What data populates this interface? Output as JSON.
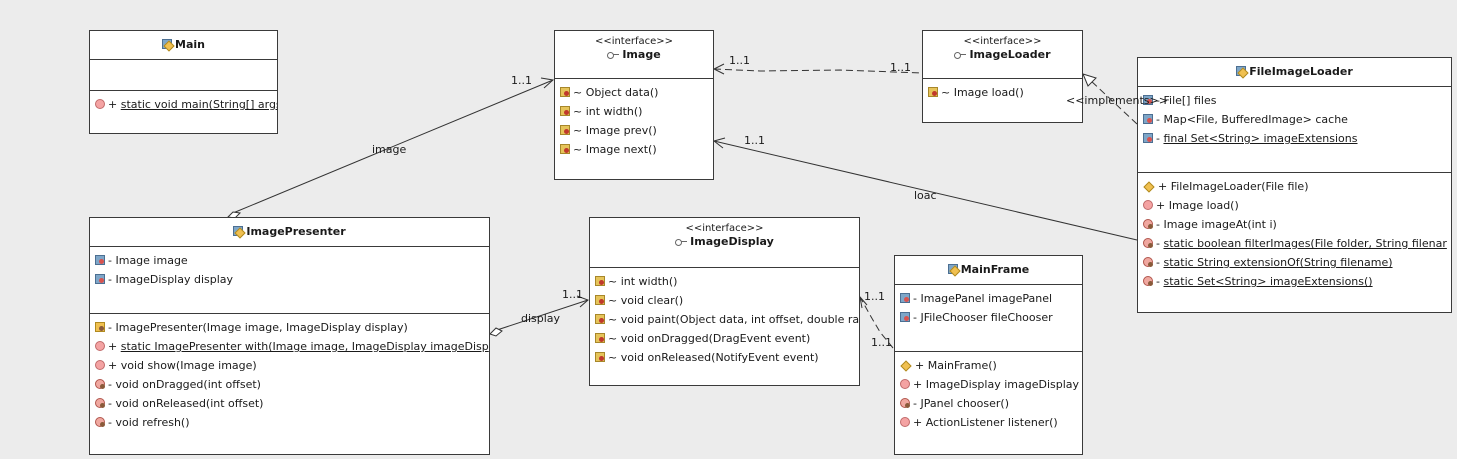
{
  "classes": {
    "main": {
      "name": "Main",
      "methods": [
        {
          "vis": "+",
          "text": "static void main(String[] args",
          "static": true,
          "icon": "pub-icon"
        }
      ]
    },
    "image": {
      "stereotype": "<<interface>>",
      "name": "Image",
      "methods": [
        {
          "vis": "~",
          "text": "Object data()",
          "icon": "package-method-icon"
        },
        {
          "vis": "~",
          "text": "int width()",
          "icon": "package-method-icon"
        },
        {
          "vis": "~",
          "text": "Image prev()",
          "icon": "package-method-icon"
        },
        {
          "vis": "~",
          "text": "Image next()",
          "icon": "package-method-icon"
        }
      ]
    },
    "imageLoader": {
      "stereotype": "<<interface>>",
      "name": "ImageLoader",
      "methods": [
        {
          "vis": "~",
          "text": "Image load()",
          "icon": "package-method-icon"
        }
      ]
    },
    "fileImageLoader": {
      "name": "FileImageLoader",
      "fields": [
        {
          "vis": "-",
          "text": "File[] files",
          "icon": "field-icon"
        },
        {
          "vis": "-",
          "text": "Map<File, BufferedImage> cache",
          "icon": "field-icon"
        },
        {
          "vis": "-",
          "text": "final Set<String> imageExtensions",
          "static": true,
          "icon": "field-icon"
        }
      ],
      "methods": [
        {
          "vis": "+",
          "text": "FileImageLoader(File file)",
          "icon": "constructor-icon"
        },
        {
          "vis": "+",
          "text": "Image load()",
          "icon": "pub-icon"
        },
        {
          "vis": "-",
          "text": "Image imageAt(int i)",
          "icon": "private-method-icon"
        },
        {
          "vis": "-",
          "text": "static boolean filterImages(File folder, String filenar",
          "static": true,
          "icon": "private-method-icon"
        },
        {
          "vis": "-",
          "text": "static String extensionOf(String filename)",
          "static": true,
          "icon": "private-method-icon"
        },
        {
          "vis": "-",
          "text": "static Set<String> imageExtensions()",
          "static": true,
          "icon": "private-method-icon"
        }
      ]
    },
    "imagePresenter": {
      "name": "ImagePresenter",
      "fields": [
        {
          "vis": "-",
          "text": "Image image",
          "icon": "field-icon"
        },
        {
          "vis": "-",
          "text": "ImageDisplay display",
          "icon": "field-icon"
        }
      ],
      "methods": [
        {
          "vis": "-",
          "text": "ImagePresenter(Image image, ImageDisplay display)",
          "icon": "package-constructor-icon"
        },
        {
          "vis": "+",
          "text": "static ImagePresenter with(Image image, ImageDisplay imageDisp",
          "static": true,
          "icon": "pub-icon"
        },
        {
          "vis": "+",
          "text": "void show(Image image)",
          "icon": "pub-icon"
        },
        {
          "vis": "-",
          "text": "void onDragged(int offset)",
          "icon": "private-method-icon"
        },
        {
          "vis": "-",
          "text": "void onReleased(int offset)",
          "icon": "private-method-icon"
        },
        {
          "vis": "-",
          "text": "void refresh()",
          "icon": "private-method-icon"
        }
      ]
    },
    "imageDisplay": {
      "stereotype": "<<interface>>",
      "name": "ImageDisplay",
      "methods": [
        {
          "vis": "~",
          "text": "int width()",
          "icon": "package-method-icon"
        },
        {
          "vis": "~",
          "text": "void clear()",
          "icon": "package-method-icon"
        },
        {
          "vis": "~",
          "text": "void paint(Object data, int offset, double rati",
          "icon": "package-method-icon"
        },
        {
          "vis": "~",
          "text": "void onDragged(DragEvent event)",
          "icon": "package-method-icon"
        },
        {
          "vis": "~",
          "text": "void onReleased(NotifyEvent event)",
          "icon": "package-method-icon"
        }
      ]
    },
    "mainFrame": {
      "name": "MainFrame",
      "fields": [
        {
          "vis": "-",
          "text": "ImagePanel imagePanel",
          "icon": "field-icon"
        },
        {
          "vis": "-",
          "text": "JFileChooser fileChooser",
          "icon": "field-icon"
        }
      ],
      "methods": [
        {
          "vis": "+",
          "text": "MainFrame()",
          "icon": "constructor-icon"
        },
        {
          "vis": "+",
          "text": "ImageDisplay imageDisplay",
          "icon": "pub-icon"
        },
        {
          "vis": "-",
          "text": "JPanel chooser()",
          "icon": "private-method-icon"
        },
        {
          "vis": "+",
          "text": "ActionListener listener()",
          "icon": "pub-icon"
        }
      ]
    }
  },
  "labels": {
    "presenter_image_name": "image",
    "presenter_image_mult": "1..1",
    "loader_image_mult_a": "1..1",
    "loader_image_mult_b": "1..1",
    "implements": "<<implements>>",
    "fileloader_image_mult": "1..1",
    "fileloader_image_name": "loac",
    "presenter_display_name": "display",
    "presenter_display_mult": "1..1",
    "mainframe_display_mult_a": "1..1",
    "mainframe_display_mult_b": "1..1"
  },
  "colors": {
    "background": "#ececec",
    "box_fill": "#ffffff",
    "border": "#3a3a3a",
    "edge": "#333333"
  }
}
